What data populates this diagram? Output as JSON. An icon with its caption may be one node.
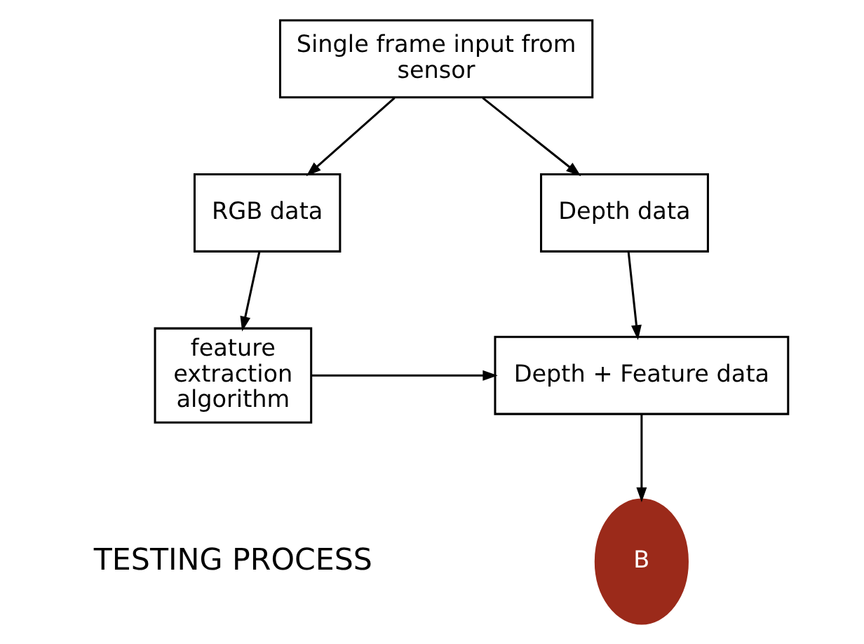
{
  "diagram": {
    "nodes": [
      {
        "text": [
          "Single frame input from sensor"
        ]
      },
      {
        "text": [
          "Depth data"
        ]
      },
      {
        "text": [
          "RGB data"
        ]
      },
      {
        "text": [
          "Depth + Feature data"
        ]
      },
      {
        "text": [
          "feature extraction algorithm"
        ]
      },
      {
        "text": [
          "B"
        ]
      }
    ],
    "edges": [
      {
        "from": 0,
        "to": 1,
        "arrow": "to"
      },
      {
        "from": 0,
        "to": 2,
        "arrow": "to"
      },
      {
        "from": 2,
        "to": 4,
        "arrow": "to"
      },
      {
        "from": 1,
        "to": 3,
        "arrow": "to"
      },
      {
        "from": 4,
        "to": 3,
        "arrow": "to"
      },
      {
        "from": 3,
        "to": 5,
        "arrow": "to"
      }
    ],
    "labels": [
      "TESTING PROCESS"
    ]
  }
}
